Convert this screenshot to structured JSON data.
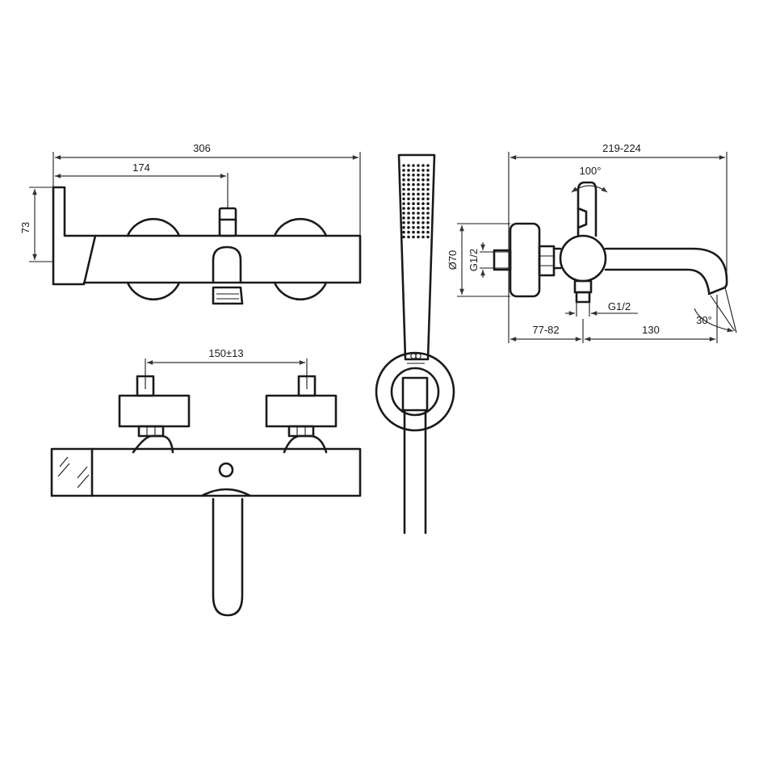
{
  "dimensions": {
    "top_view": {
      "overall_width": "306",
      "diverter_offset": "174",
      "height": "73"
    },
    "front_view": {
      "inlet_centers": "150±13"
    },
    "side_view": {
      "depth": "219-224",
      "lever_rotation": "100°",
      "rosette_diameter": "Ø70",
      "inlet_thread": "G1/2",
      "outlet_thread": "G1/2",
      "wall_to_axis": "77-82",
      "spout_reach": "130",
      "spout_angle": "30°"
    }
  },
  "colors": {
    "line": "#1a1a1a",
    "dimension": "#333333",
    "background": "#ffffff"
  }
}
